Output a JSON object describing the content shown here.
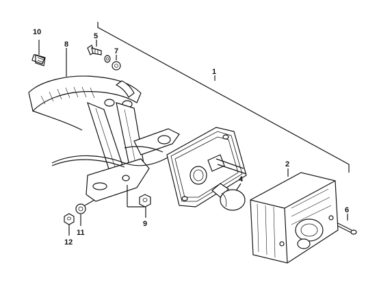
{
  "diagram": {
    "labels": {
      "part_1": "1",
      "part_2": "2",
      "part_4": "4",
      "part_5": "5",
      "part_6": "6",
      "part_7": "7",
      "part_8": "8",
      "part_9": "9",
      "part_10": "10",
      "part_11": "11",
      "part_12": "12"
    }
  }
}
